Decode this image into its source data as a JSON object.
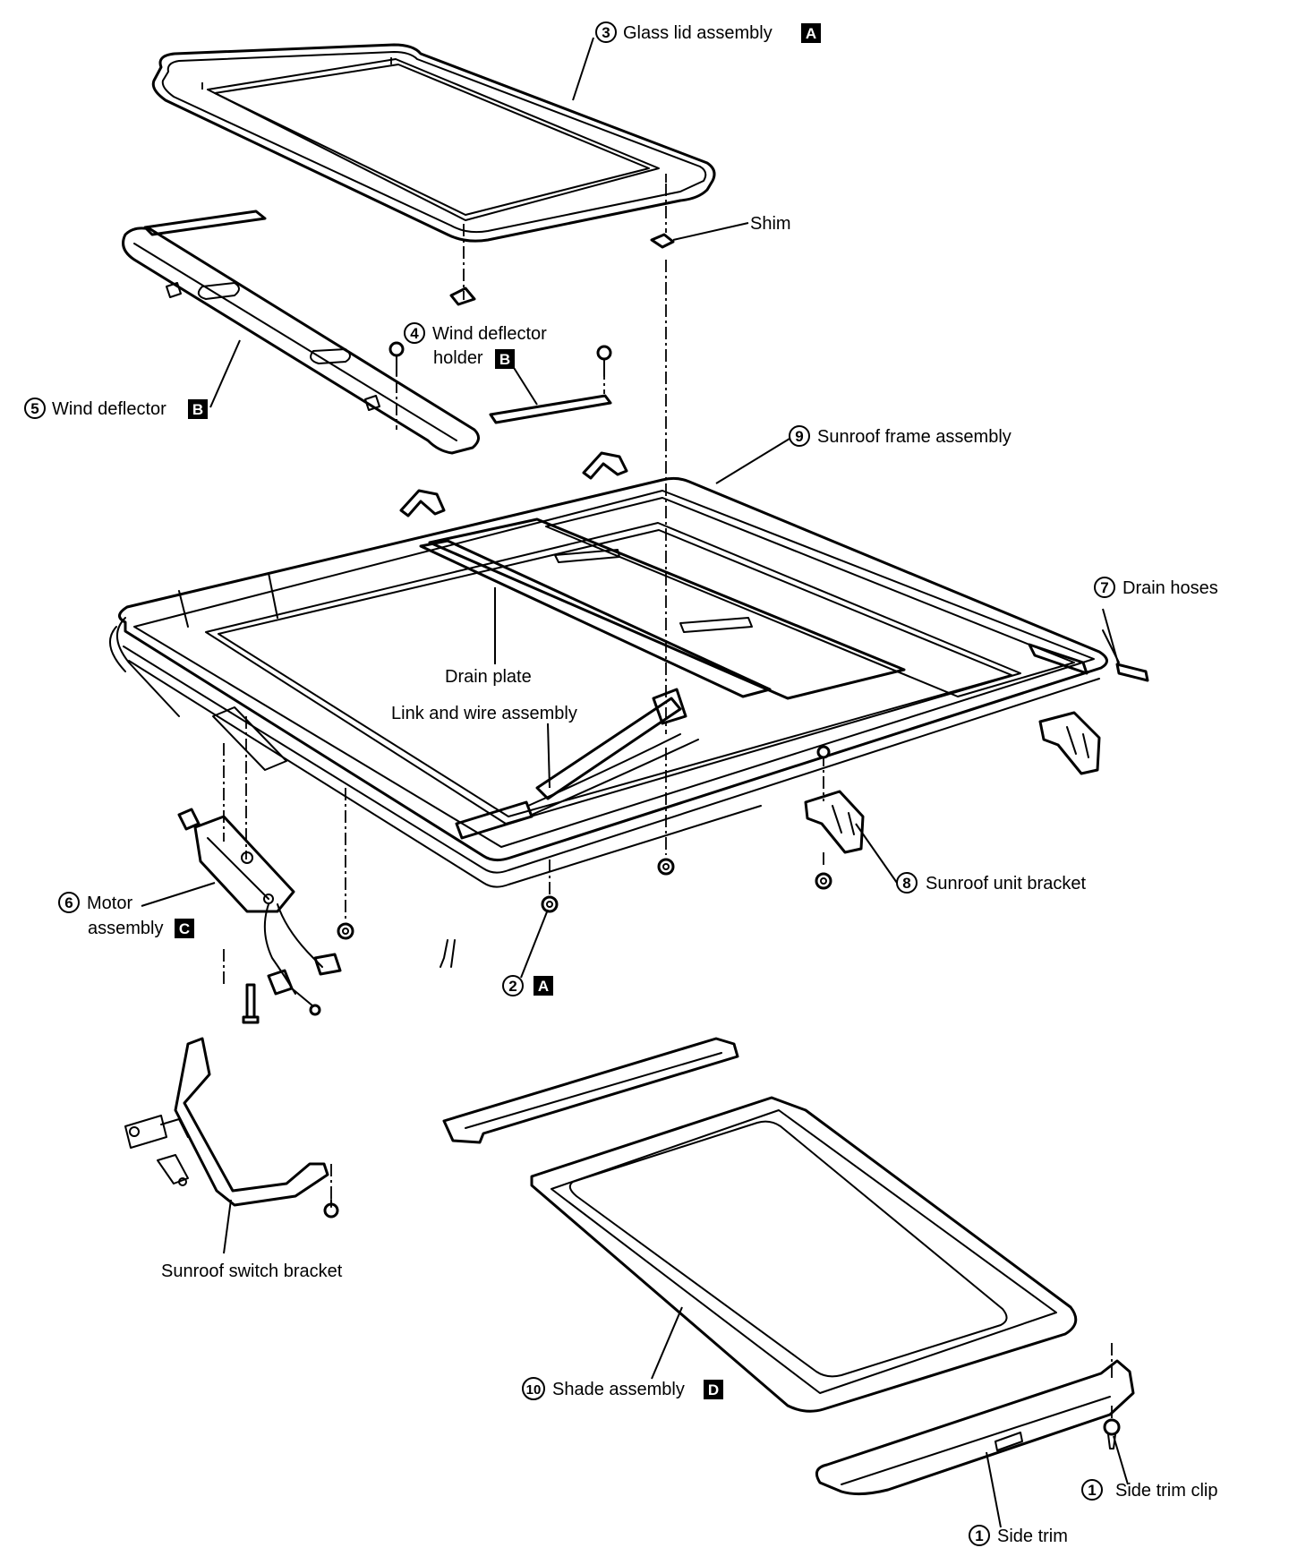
{
  "callouts": [
    {
      "id": "glass-lid",
      "num": "3",
      "text": "Glass lid assembly",
      "badge": "A"
    },
    {
      "id": "shim",
      "num": "",
      "text": "Shim",
      "badge": ""
    },
    {
      "id": "wind-deflector-holder",
      "num": "4",
      "text": "Wind deflector",
      "text2": "holder",
      "badge": "B"
    },
    {
      "id": "wind-deflector",
      "num": "5",
      "text": "Wind deflector",
      "badge": "B"
    },
    {
      "id": "sunroof-frame",
      "num": "9",
      "text": "Sunroof frame assembly",
      "badge": ""
    },
    {
      "id": "drain-hoses",
      "num": "7",
      "text": "Drain hoses",
      "badge": ""
    },
    {
      "id": "drain-plate",
      "num": "",
      "text": "Drain plate",
      "badge": ""
    },
    {
      "id": "link-wire",
      "num": "",
      "text": "Link and wire assembly",
      "badge": ""
    },
    {
      "id": "sunroof-unit-bracket",
      "num": "8",
      "text": "Sunroof unit bracket",
      "badge": ""
    },
    {
      "id": "motor",
      "num": "6",
      "text": "Motor",
      "text2": "assembly",
      "badge": "C"
    },
    {
      "id": "nut",
      "num": "2",
      "text": "",
      "badge": "A"
    },
    {
      "id": "switch-bracket",
      "num": "",
      "text": "Sunroof switch bracket",
      "badge": ""
    },
    {
      "id": "shade",
      "num": "10",
      "text": "Shade assembly",
      "badge": "D"
    },
    {
      "id": "side-trim-clip",
      "num": "1",
      "text": "Side trim clip",
      "badge": ""
    },
    {
      "id": "side-trim",
      "num": "1",
      "text": "Side trim",
      "badge": ""
    }
  ]
}
